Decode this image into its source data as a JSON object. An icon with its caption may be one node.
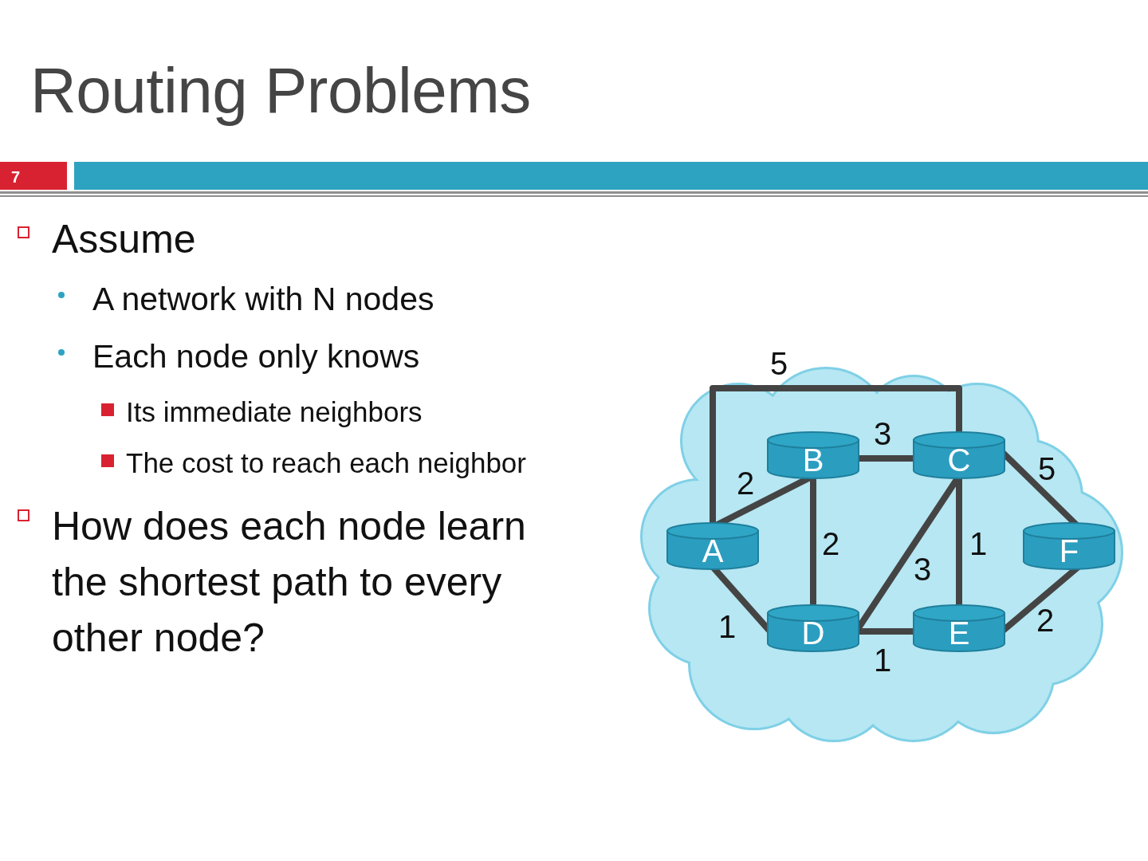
{
  "diagram": {
    "title": "Routing Problems",
    "nodes": [
      {
        "text": [],
        "shape": "cloud"
      },
      {
        "text": [
          "A"
        ],
        "in": 0
      },
      {
        "text": [
          "B"
        ],
        "in": 0
      },
      {
        "text": [
          "C"
        ],
        "in": 0
      },
      {
        "text": [
          "D"
        ],
        "in": 0
      },
      {
        "text": [
          "E"
        ],
        "in": 0
      },
      {
        "text": [
          "F"
        ],
        "in": 0
      }
    ],
    "edges": [
      {
        "from": 1,
        "to": 3,
        "arrow": "none",
        "label": "5"
      },
      {
        "from": 2,
        "to": 3,
        "arrow": "none",
        "label": "3"
      },
      {
        "from": 1,
        "to": 2,
        "arrow": "none",
        "label": "2"
      },
      {
        "from": 3,
        "to": 6,
        "arrow": "none",
        "label": "5"
      },
      {
        "from": 2,
        "to": 4,
        "arrow": "none",
        "label": "2"
      },
      {
        "from": 3,
        "to": 5,
        "arrow": "none",
        "label": "1"
      },
      {
        "from": 3,
        "to": 4,
        "arrow": "none",
        "label": "3"
      },
      {
        "from": 1,
        "to": 4,
        "arrow": "none",
        "label": "1"
      },
      {
        "from": 4,
        "to": 5,
        "arrow": "none",
        "label": "1"
      },
      {
        "from": 5,
        "to": 6,
        "arrow": "none",
        "label": "2"
      }
    ],
    "labels": [
      "7",
      "Assume",
      "A network with N nodes",
      "Each node only knows",
      "Its immediate neighbors",
      "The cost to reach each neighbor",
      "How does each node learn the shortest path to every other node?"
    ]
  }
}
